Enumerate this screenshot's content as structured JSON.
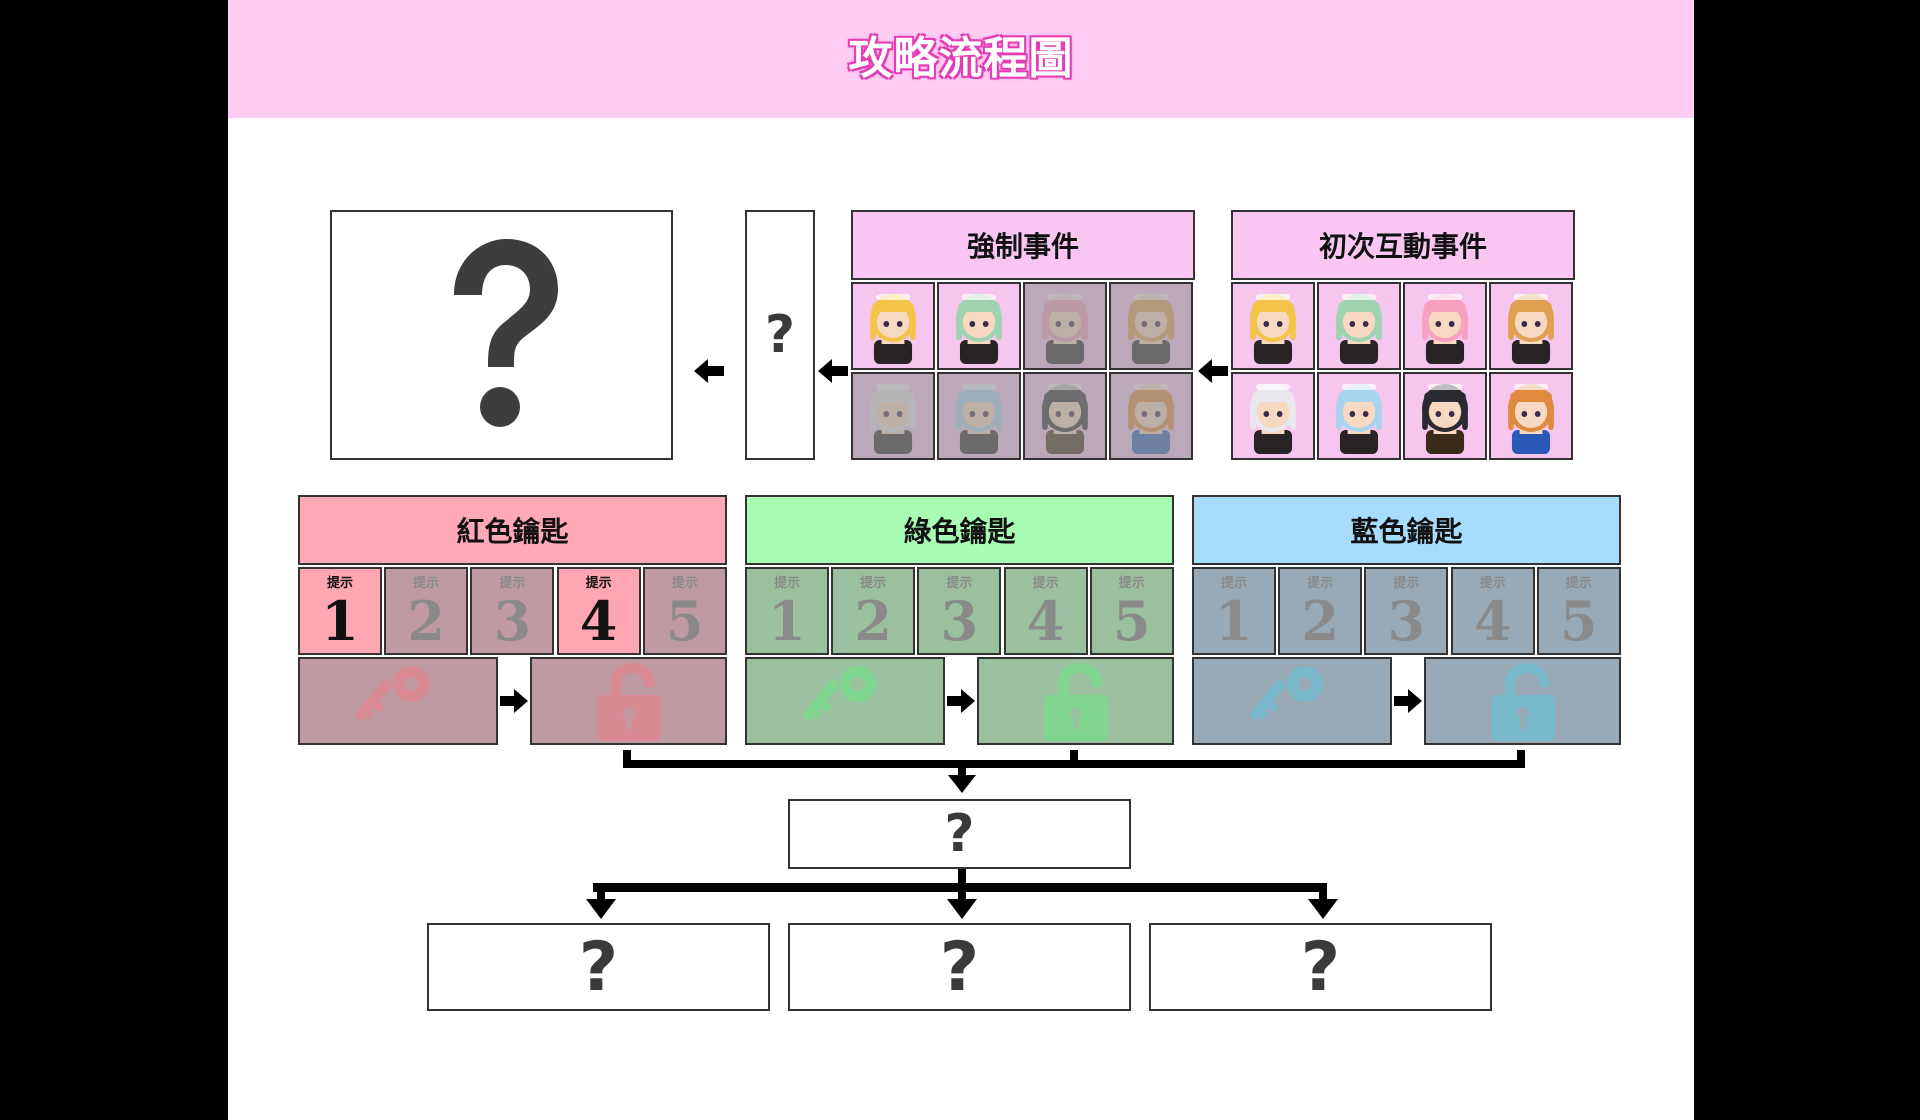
{
  "header": {
    "title": "攻略流程圖"
  },
  "unknown_mark": "?",
  "colors": {
    "header_bg": "#ffccf2",
    "title_stroke": "#e33fb6",
    "event_header": "#f9c6f1",
    "red_header": "#ffa8b7",
    "green_header": "#a8fdb5",
    "blue_header": "#a8dcfd",
    "red_active": "#ffa6b5",
    "red_dim": "#c09aa3",
    "green_dim": "#9bc09f",
    "blue_dim": "#99aab6"
  },
  "events": {
    "forced": {
      "label": "強制事件"
    },
    "first_interaction": {
      "label": "初次互動事件"
    }
  },
  "characters": [
    {
      "name": "blonde-girl",
      "hair": "#f2c54a",
      "outfit": "#2a2326",
      "forced_active": true
    },
    {
      "name": "green-hair-maid",
      "hair": "#9fd2b0",
      "outfit": "#2a2326",
      "forced_active": true
    },
    {
      "name": "pink-twintail-maid",
      "hair": "#f7a1c0",
      "outfit": "#2a2326",
      "forced_active": false
    },
    {
      "name": "orange-hair-maid",
      "hair": "#e0a050",
      "outfit": "#2a2326",
      "forced_active": false
    },
    {
      "name": "silver-hair-maid",
      "hair": "#e8e8ee",
      "outfit": "#2a2326",
      "forced_active": false
    },
    {
      "name": "blue-braid-maid",
      "hair": "#a8d4f0",
      "outfit": "#2a2326",
      "forced_active": false
    },
    {
      "name": "black-hair-girl",
      "hair": "#2a2a30",
      "outfit": "#3a2a1a",
      "forced_active": false
    },
    {
      "name": "police-girl",
      "hair": "#e08a40",
      "outfit": "#2a5ab8",
      "forced_active": false
    }
  ],
  "keys": [
    {
      "id": "red",
      "label": "紅色鑰匙",
      "hint_label": "提示",
      "hints": [
        "1",
        "2",
        "3",
        "4",
        "5"
      ],
      "active": [
        true,
        false,
        false,
        true,
        false
      ],
      "key_icon": "key-icon",
      "lock_icon": "unlocked-padlock-icon"
    },
    {
      "id": "green",
      "label": "綠色鑰匙",
      "hint_label": "提示",
      "hints": [
        "1",
        "2",
        "3",
        "4",
        "5"
      ],
      "active": [
        false,
        false,
        false,
        false,
        false
      ],
      "key_icon": "key-icon",
      "lock_icon": "unlocked-padlock-icon"
    },
    {
      "id": "blue",
      "label": "藍色鑰匙",
      "hint_label": "提示",
      "hints": [
        "1",
        "2",
        "3",
        "4",
        "5"
      ],
      "active": [
        false,
        false,
        false,
        false,
        false
      ],
      "key_icon": "key-icon",
      "lock_icon": "unlocked-padlock-icon"
    }
  ]
}
